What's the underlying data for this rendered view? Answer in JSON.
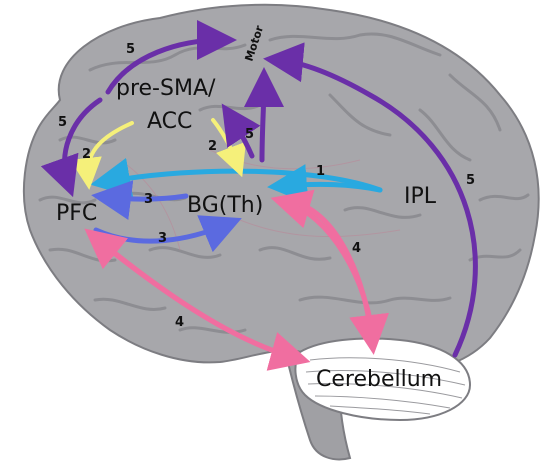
{
  "regions": {
    "pfc": "PFC",
    "acc": "ACC",
    "pre_sma": "pre-SMA/",
    "motor": "Motor",
    "bg_th": "BG(Th)",
    "ipl": "IPL",
    "cerebellum": "Cerebellum"
  },
  "pathway_numbers": {
    "p1": "1",
    "p2": "2",
    "p3": "3",
    "p4": "4",
    "p5": "5"
  },
  "colors": {
    "pathway_1": "#29a9e0",
    "pathway_2": "#f5f07a",
    "pathway_3": "#5b6ae0",
    "pathway_4": "#f06ea0",
    "pathway_5": "#6a2fa8",
    "brain_fill": "#a7a7ab",
    "brain_fold": "#8d8d92",
    "cerebellum_fill": "#ffffff",
    "brainstem_fill": "#a0a0a4"
  }
}
